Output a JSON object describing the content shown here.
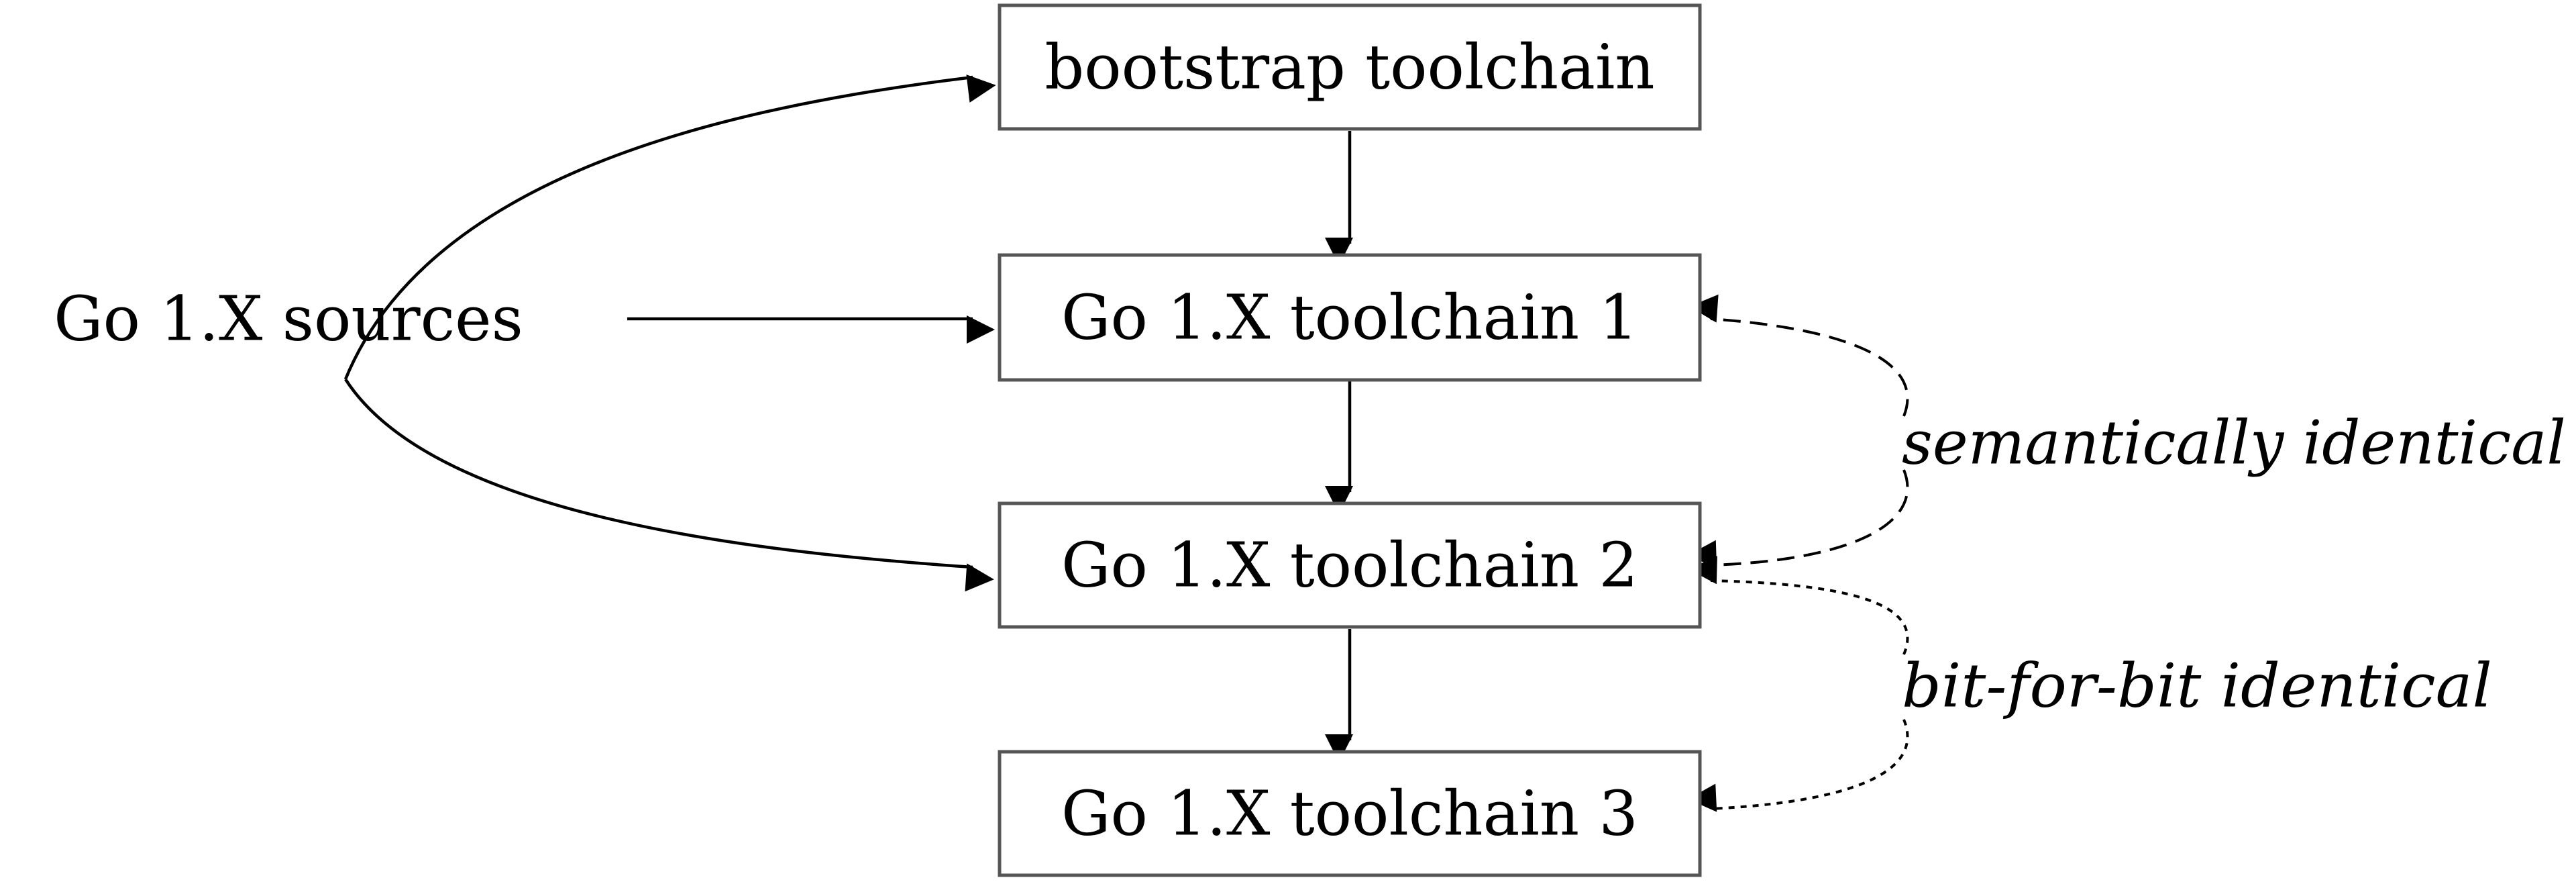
{
  "nodes": {
    "sources": "Go 1.X sources",
    "bootstrap": "bootstrap toolchain",
    "toolchain1": "Go 1.X toolchain 1",
    "toolchain2": "Go 1.X toolchain 2",
    "toolchain3": "Go 1.X toolchain 3"
  },
  "edge_labels": {
    "semantic": "semantically identical",
    "bitwise": "bit-for-bit identical"
  },
  "colors": {
    "box_stroke": "#555555",
    "line": "#000000",
    "text": "#000000"
  }
}
